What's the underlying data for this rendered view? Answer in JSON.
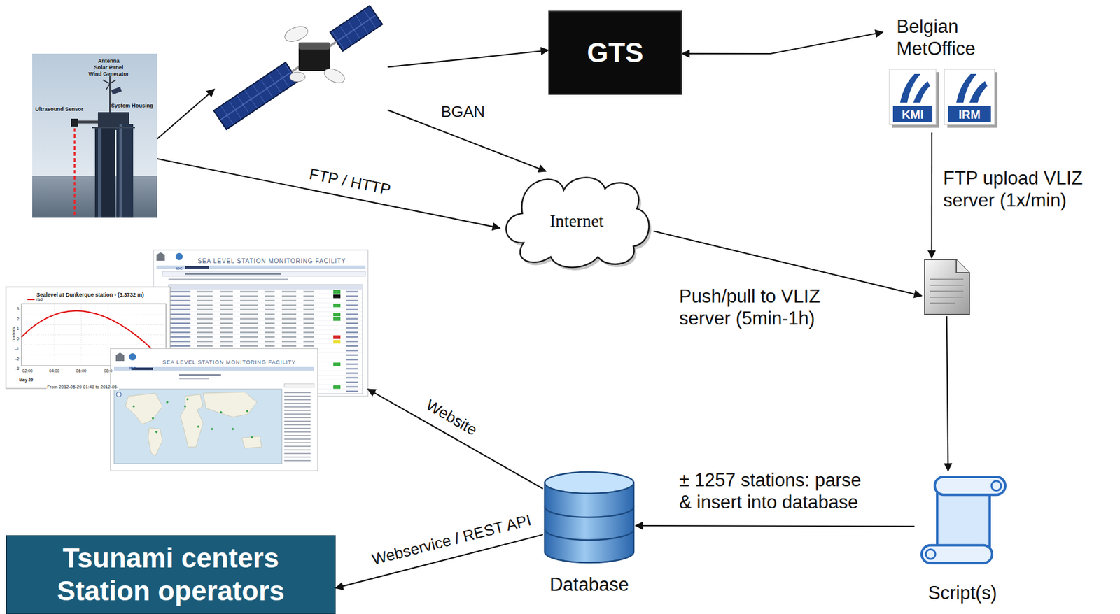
{
  "diagram": {
    "nodes": [
      {
        "text": [
          "Antenna",
          "Solar Panel",
          "Wind Generator",
          "Ultrasound Sensor",
          "System Housing"
        ]
      },
      {
        "text": []
      },
      {
        "text": [
          "GTS"
        ]
      },
      {
        "text": [
          "Belgian MetOffice",
          "KMI",
          "IRM"
        ]
      },
      {
        "text": [
          "Internet"
        ]
      },
      {
        "text": []
      },
      {
        "text": [
          "SEA LEVEL STATION MONITORING FACILITY",
          "IOC",
          "Sealevel at Dunkerque station - (3.3732 m)",
          "meters",
          "3",
          "2",
          "1",
          "0",
          "-1",
          "-2",
          "-3",
          "02:00",
          "04:00",
          "06:00",
          "08:0",
          "May 29",
          "From 2012-05-29 01:48 to 2012-05-",
          "SEA LEVEL STATION MONITORING FACILITY",
          "IOC"
        ]
      },
      {
        "text": [
          "Database"
        ]
      },
      {
        "text": [
          "Script(s)"
        ]
      },
      {
        "text": [
          "Tsunami centers Station operators"
        ]
      }
    ],
    "edges": [
      {
        "from": 0,
        "to": 1,
        "arrow": "to"
      },
      {
        "from": 1,
        "to": 2,
        "arrow": "to"
      },
      {
        "from": 2,
        "to": 3,
        "arrow": "both"
      },
      {
        "from": 1,
        "to": 4,
        "label": "BGAN",
        "arrow": "to"
      },
      {
        "from": 0,
        "to": 4,
        "label": "FTP / HTTP",
        "arrow": "to"
      },
      {
        "from": 3,
        "to": 5,
        "label": "FTP upload VLIZ server (1x/min)",
        "arrow": "to"
      },
      {
        "from": 4,
        "to": 5,
        "label": "Push/pull to VLIZ server (5min-1h)",
        "arrow": "to"
      },
      {
        "from": 5,
        "to": 8,
        "arrow": "to"
      },
      {
        "from": 8,
        "to": 7,
        "label": "± 1257 stations: parse & insert into database",
        "arrow": "to"
      },
      {
        "from": 7,
        "to": 6,
        "label": "Website",
        "arrow": "to"
      },
      {
        "from": 7,
        "to": 9,
        "label": "Webservice / REST API",
        "arrow": "to"
      }
    ],
    "legend": [
      {
        "text": "rad"
      }
    ]
  }
}
